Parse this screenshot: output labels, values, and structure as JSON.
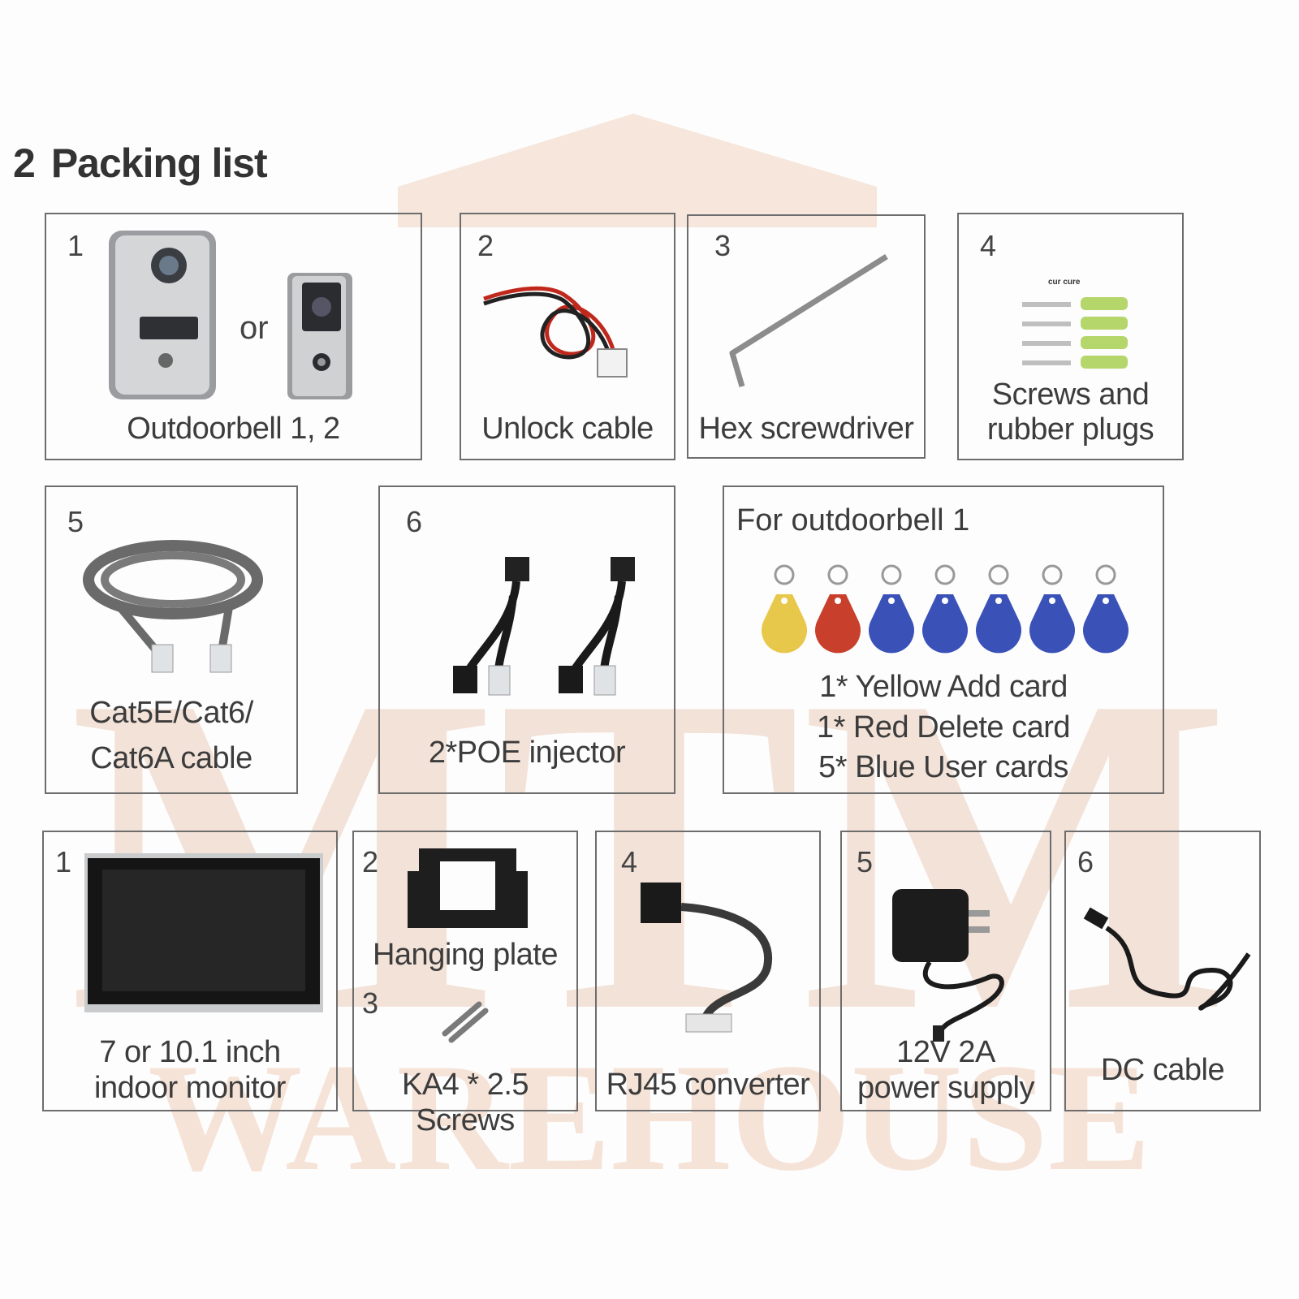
{
  "title": {
    "number": "2",
    "text": "Packing list"
  },
  "watermark": {
    "text": "MTM",
    "subtext": "WAREHOUSE",
    "color": "#f1d9cc"
  },
  "row1": [
    {
      "number": "1",
      "label": "Outdoorbell 1, 2",
      "or": "or"
    },
    {
      "number": "2",
      "label": "Unlock cable"
    },
    {
      "number": "3",
      "label": "Hex screwdriver"
    },
    {
      "number": "4",
      "label_line1": "Screws and",
      "label_line2": "rubber plugs",
      "tag": "cur cure"
    }
  ],
  "row2": [
    {
      "number": "5",
      "label_line1": "Cat5E/Cat6/",
      "label_line2": "Cat6A cable"
    },
    {
      "number": "6",
      "label": "2*POE injector"
    },
    {
      "header": "For outdoorbell 1",
      "cards": [
        "yellow",
        "red",
        "blue",
        "blue",
        "blue",
        "blue",
        "blue"
      ],
      "card_colors": {
        "yellow": "#e8c84a",
        "red": "#c8402b",
        "blue": "#3a52b8"
      },
      "line1": "1* Yellow Add card",
      "line2": "1* Red Delete card",
      "line3": "5* Blue User cards"
    }
  ],
  "row3": [
    {
      "number": "1",
      "label_line1": "7 or 10.1 inch",
      "label_line2": "indoor monitor"
    },
    {
      "number": "2",
      "label": "Hanging plate",
      "number2": "3",
      "label2": "KA4 * 2.5 Screws"
    },
    {
      "number": "4",
      "label": "RJ45 converter"
    },
    {
      "number": "5",
      "label_line1": "12V 2A",
      "label_line2": "power supply"
    },
    {
      "number": "6",
      "label": "DC cable"
    }
  ]
}
